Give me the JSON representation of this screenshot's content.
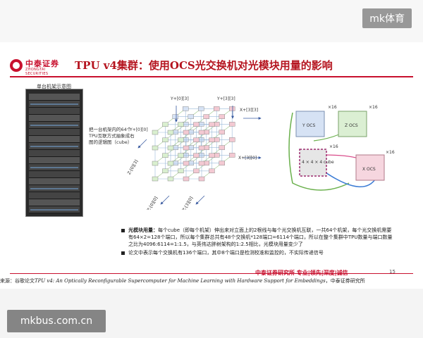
{
  "watermark_top": "mk体育",
  "watermark_bottom": "mkbus.com.cn",
  "logo": {
    "cn": "中泰证券",
    "en": "ZHONGTAI SECURITIES"
  },
  "title": "TPU v4集群：使用OCS光交换机对光模块用量的影响",
  "rack_caption": "单台机架示意图",
  "rack_note": "把一台机架内的64个TPU互联方式抽象成右图的逻辑图（cube）",
  "cube_labels": {
    "y_top": "Y+[0][3]",
    "y_top2": "Y+[3][3]",
    "x_top": "X+[3][3]",
    "y_left": "Y+[0][0]",
    "x_right": "X+[3][0]",
    "z_left": "Z-[0][3]",
    "z_bottom": "Z-[0][0]",
    "z_bottom2": "Z-[3][0]"
  },
  "ocs": {
    "y": "Y OCS",
    "z": "Z OCS",
    "x": "X OCS",
    "cube": "4 × 4 × 4 cube",
    "link": "×16"
  },
  "bullets": [
    {
      "bold": "光模块用量：",
      "text": "每个cube（即每个机架）伸出来对立面上的2根线与每个光交换机互联，一共64个机架，每个光交换机需要有64×2=128个端口，所以每个集群总共有48个交换机*128端口=6114个端口，所以在整个集群中TPU数量与端口数量之比为4096:6114=1:1.5，与英伟达胖树架构的1:2.5相比，光模块用量变少了"
    },
    {
      "bold": "",
      "text": "论文中表示每个交换机有136个端口，其中8个端口是检测校准和监控的，不实际传递信号"
    }
  ],
  "footer_org": "中泰证券研究所 专业|领先|深度|诚信",
  "page_number": "15",
  "source": {
    "prefix": "来源：谷歌论文",
    "italic": "TPU v4: An Optically Reconfigurable Supercomputer for Machine Learning with Hardware Support for Embeddings",
    "suffix": "，中泰证券研究所"
  },
  "colors": {
    "brand": "#c8102e",
    "title": "#b5141f"
  }
}
